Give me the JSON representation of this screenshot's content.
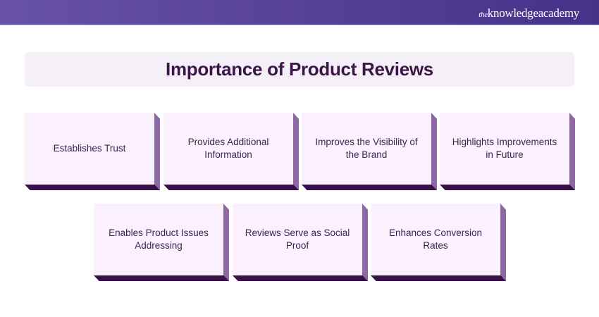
{
  "brand": {
    "logo_prefix": "the",
    "logo_text": "knowledgeacademy"
  },
  "title": "Importance of Product Reviews",
  "cards": [
    "Establishes Trust",
    "Provides Additional Information",
    "Improves the Visibility of the Brand",
    "Highlights Improvements in Future",
    "Enables Product Issues Addressing",
    "Reviews Serve as Social Proof",
    "Enhances Conversion Rates"
  ],
  "colors": {
    "header_start": "#6751a9",
    "header_end": "#47328a",
    "title": "#3b1747",
    "card_face": "#fbf0fd",
    "card_side": "#8d68a3",
    "card_bottom": "#3a1049"
  }
}
